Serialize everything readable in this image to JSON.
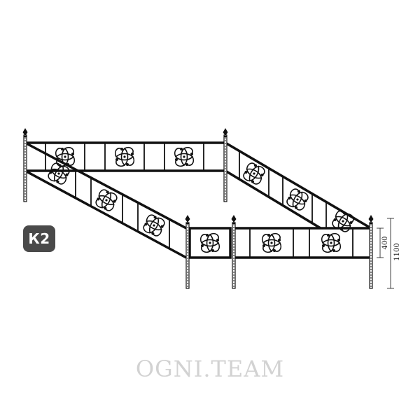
{
  "badge": {
    "label": "К2",
    "color": "#4a4a4a"
  },
  "dimensions": {
    "panel_height": "400",
    "total_height": "1100"
  },
  "watermark": "OGNI.TEAM",
  "colors": {
    "ink": "#111111",
    "watermark": "#d2d2d2"
  }
}
